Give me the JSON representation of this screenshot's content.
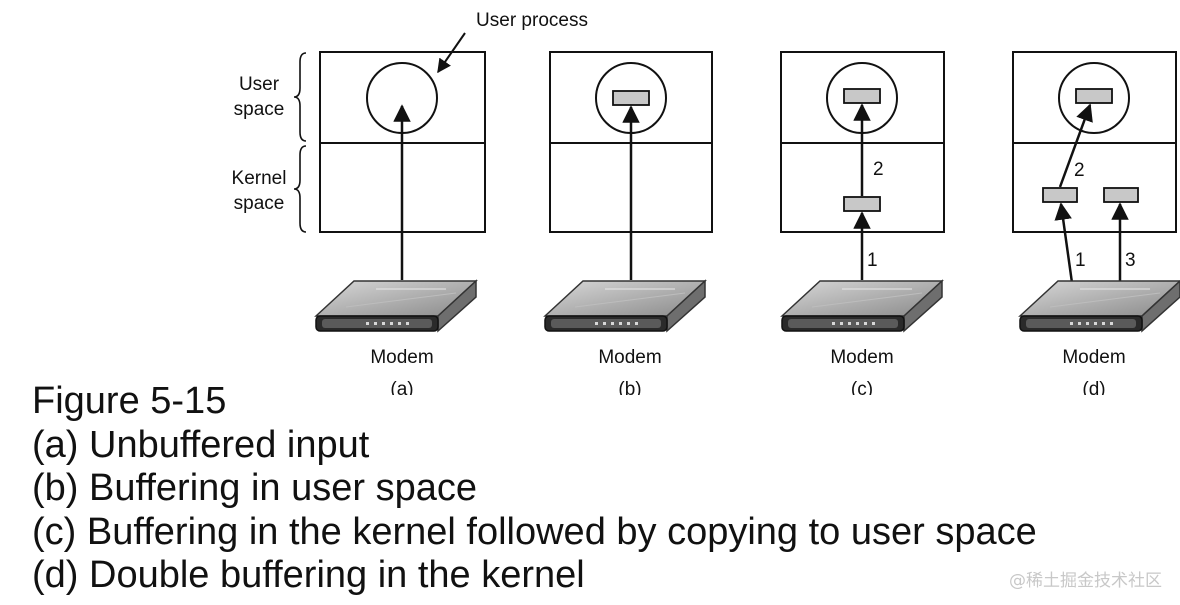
{
  "labels": {
    "user_process": "User process",
    "user_space_1": "User",
    "user_space_2": "space",
    "kernel_space_1": "Kernel",
    "kernel_space_2": "space"
  },
  "panels": [
    {
      "id": "a",
      "modem_label": "Modem",
      "sub_label": "(a)"
    },
    {
      "id": "b",
      "modem_label": "Modem",
      "sub_label": "(b)"
    },
    {
      "id": "c",
      "modem_label": "Modem",
      "sub_label": "(c)",
      "step_labels": [
        "1",
        "2"
      ]
    },
    {
      "id": "d",
      "modem_label": "Modem",
      "sub_label": "(d)",
      "step_labels": [
        "1",
        "2",
        "3"
      ]
    }
  ],
  "caption": {
    "title": "Figure 5-15",
    "lines": [
      "(a) Unbuffered input",
      "(b) Buffering in user space",
      "(c) Buffering in the kernel followed by copying to user space",
      "(d) Double buffering in the kernel"
    ]
  },
  "watermark": "@稀土掘金技术社区",
  "colors": {
    "stroke": "#111111",
    "buffer_fill": "#c8c8c8",
    "modem_body": "#9a9a9a",
    "modem_front": "#2a2a2a"
  }
}
